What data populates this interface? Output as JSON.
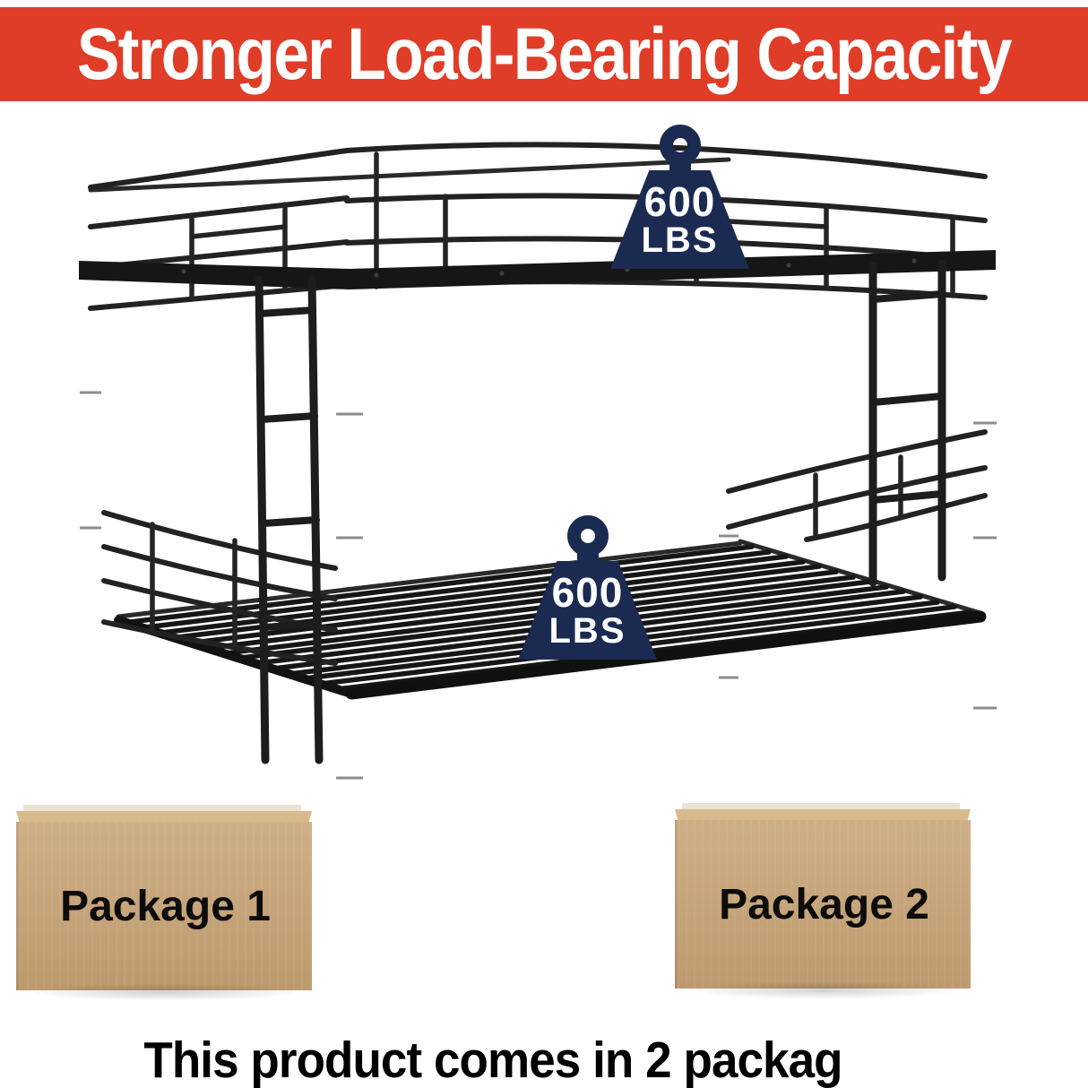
{
  "banner": {
    "text": "Stronger Load-Bearing Capacity"
  },
  "weight_badges": [
    {
      "value": "600",
      "unit": "LBS"
    },
    {
      "value": "600",
      "unit": "LBS"
    }
  ],
  "packages": [
    {
      "label": "Package 1"
    },
    {
      "label": "Package 2"
    }
  ],
  "caption": "This product comes in 2 packag",
  "colors": {
    "banner-bg": "#e03d28",
    "banner-text": "#ffffff",
    "badge": "#1b2a50",
    "badge-text": "#ffffff",
    "box-front": "#c7a273",
    "box-top": "#d8ba8e",
    "caption-text": "#000000"
  }
}
